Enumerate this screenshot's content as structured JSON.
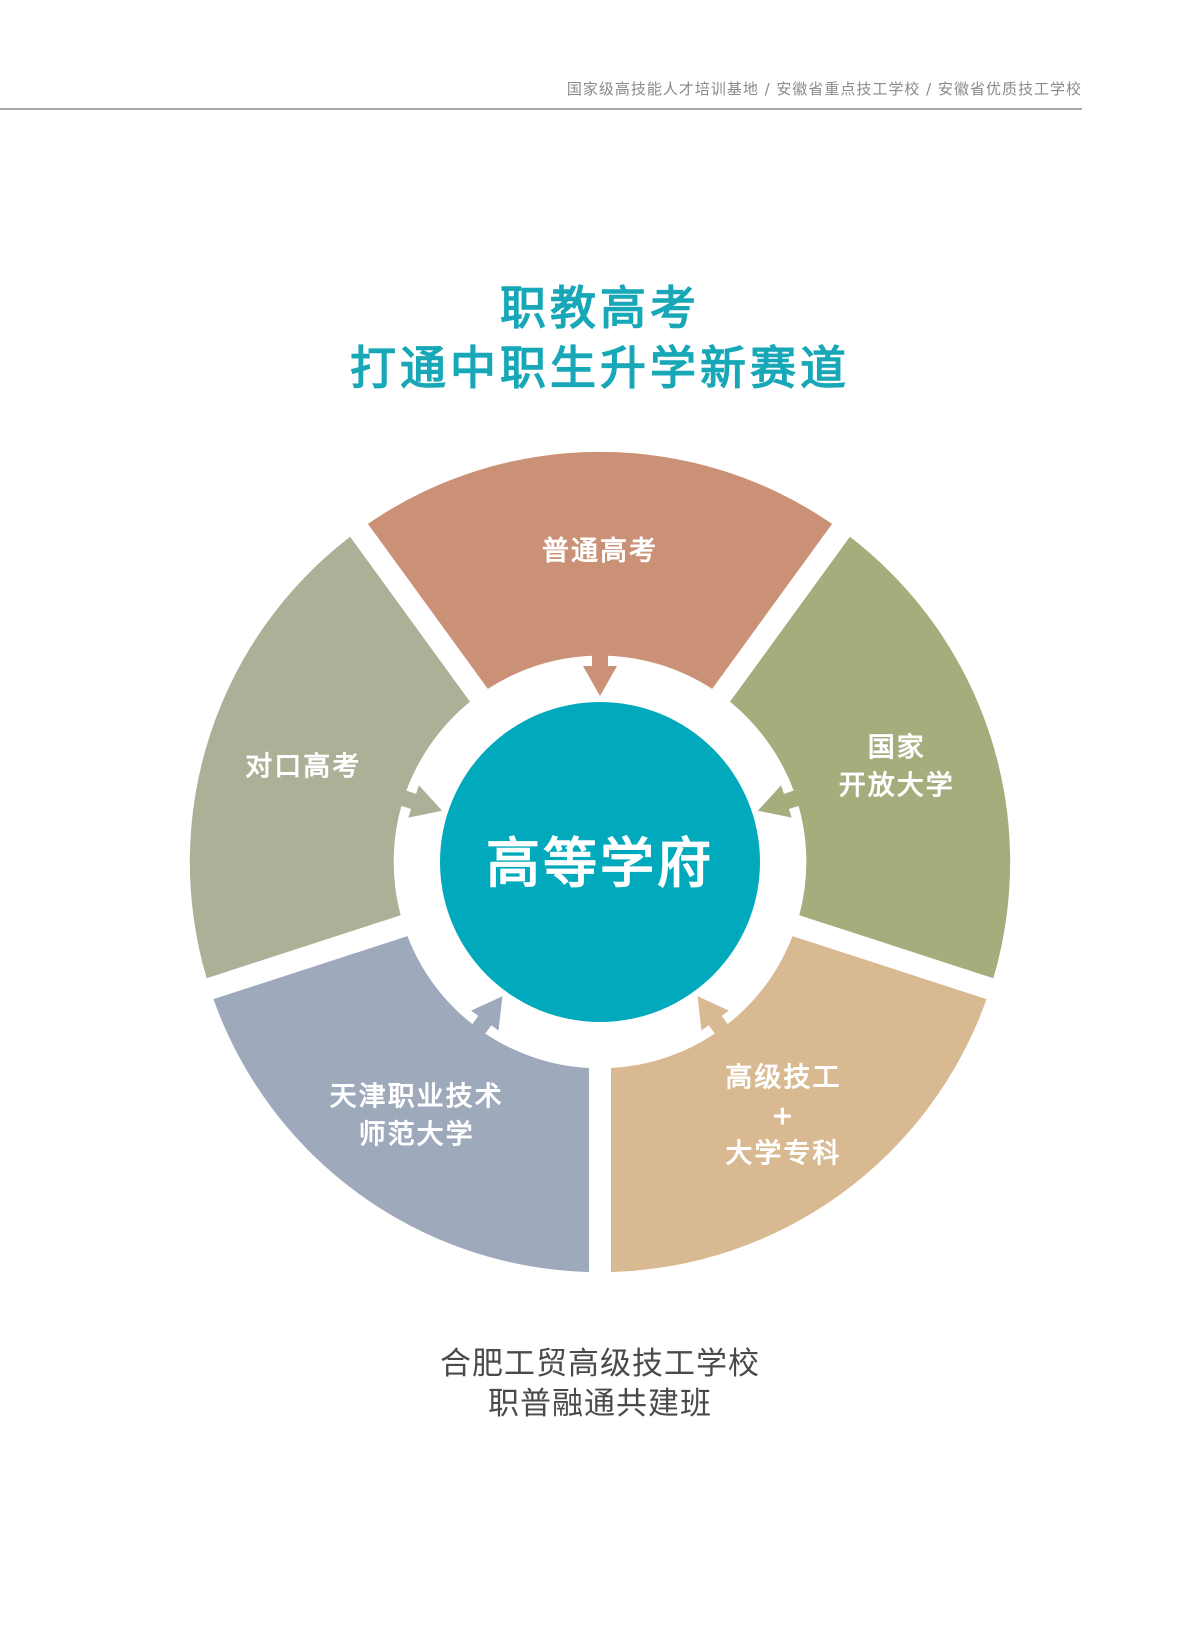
{
  "header": {
    "text": "国家级高技能人才培训基地  /  安徽省重点技工学校  /  安徽省优质技工学校"
  },
  "title": {
    "line1": "职教高考",
    "line2": "打通中职生升学新赛道"
  },
  "diagram": {
    "center": "高等学府",
    "segments": [
      {
        "lines": [
          "普通高考"
        ],
        "color": "#cb9176"
      },
      {
        "lines": [
          "国家",
          "开放大学"
        ],
        "color": "#a4ad7c"
      },
      {
        "lines": [
          "高级技工",
          "+",
          "大学专科"
        ],
        "color": "#d8b991"
      },
      {
        "lines": [
          "天津职业技术",
          "师范大学"
        ],
        "color": "#9fa9bc"
      },
      {
        "lines": [
          "对口高考"
        ],
        "color": "#adb097"
      }
    ],
    "center_color": "#00a9bb",
    "title_color": "#17a7b7"
  },
  "footer": {
    "line1": "合肥工贸高级技工学校",
    "line2": "职普融通共建班"
  }
}
